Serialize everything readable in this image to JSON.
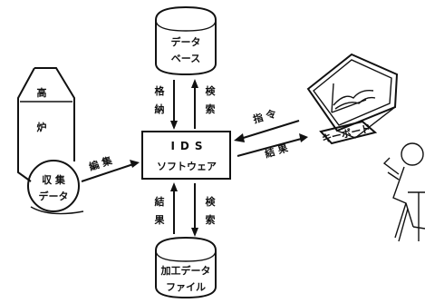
{
  "database": {
    "line1": "データ",
    "line2": "ベース"
  },
  "store_label": {
    "c1": "格",
    "c2": "納"
  },
  "search_top": {
    "c1": "検",
    "c2": "索"
  },
  "ids": {
    "line1": "IDS",
    "line2": "ソフトウェア"
  },
  "result_bottom": {
    "c1": "結",
    "c2": "果"
  },
  "search_bottom": {
    "c1": "検",
    "c2": "索"
  },
  "processed_file": {
    "line1": "加工データ",
    "line2": "ファイル"
  },
  "furnace": {
    "c1": "高",
    "c2": "炉"
  },
  "collection": {
    "line1": "収 集",
    "line2": "データ"
  },
  "edit_label": "編 集",
  "instruction_label": "指 令",
  "result_right_label": "結 果",
  "keyboard": "キーボード"
}
